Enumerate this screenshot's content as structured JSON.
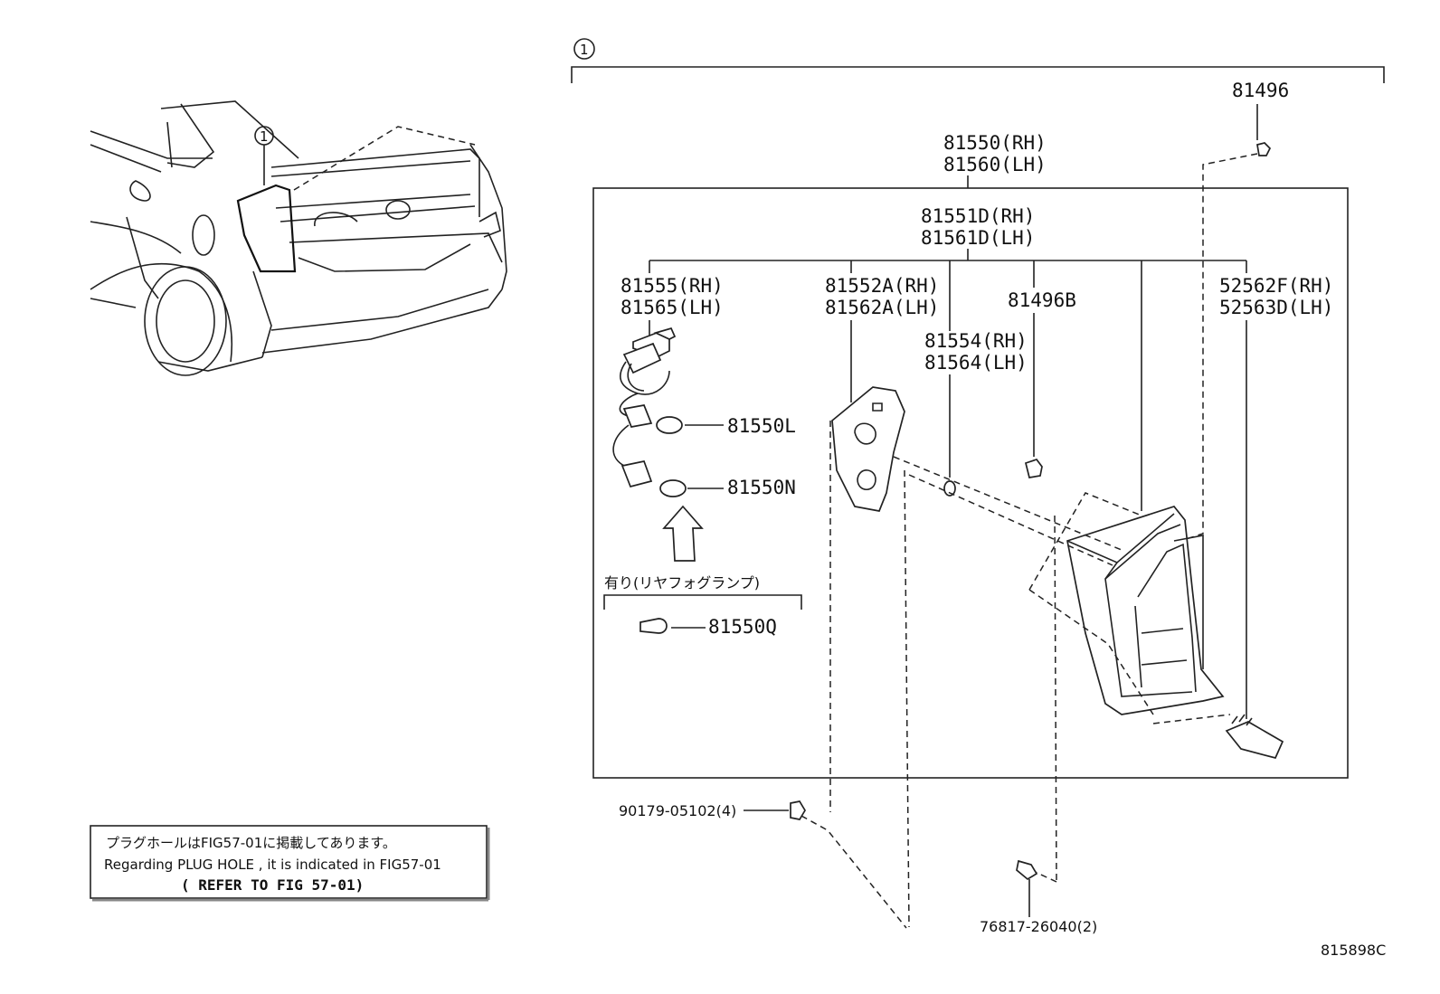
{
  "ref_marker": "1",
  "labels": {
    "p81496": "81496",
    "p81550_rh": "81550(RH)",
    "p81560_lh": "81560(LH)",
    "p81551d_rh": "81551D(RH)",
    "p81561d_lh": "81561D(LH)",
    "p81555_rh": "81555(RH)",
    "p81565_lh": "81565(LH)",
    "p81552a_rh": "81552A(RH)",
    "p81562a_lh": "81562A(LH)",
    "p81496b": "81496B",
    "p81554_rh": "81554(RH)",
    "p81564_lh": "81564(LH)",
    "p52562f_rh": "52562F(RH)",
    "p52563d_lh": "52563D(LH)",
    "p81550l": "81550L",
    "p81550n": "81550N",
    "p81550q": "81550Q",
    "rear_fog_option": "有り(リヤフォグランプ)",
    "p90179": "90179-05102(4)",
    "p76817": "76817-26040(2)"
  },
  "note": {
    "line1": "プラグホールはFIG57-01に掲載してあります。",
    "line2": "Regarding PLUG HOLE , it is indicated in FIG57-01",
    "line3": "( REFER TO FIG 57-01)"
  },
  "figure_id": "815898C"
}
